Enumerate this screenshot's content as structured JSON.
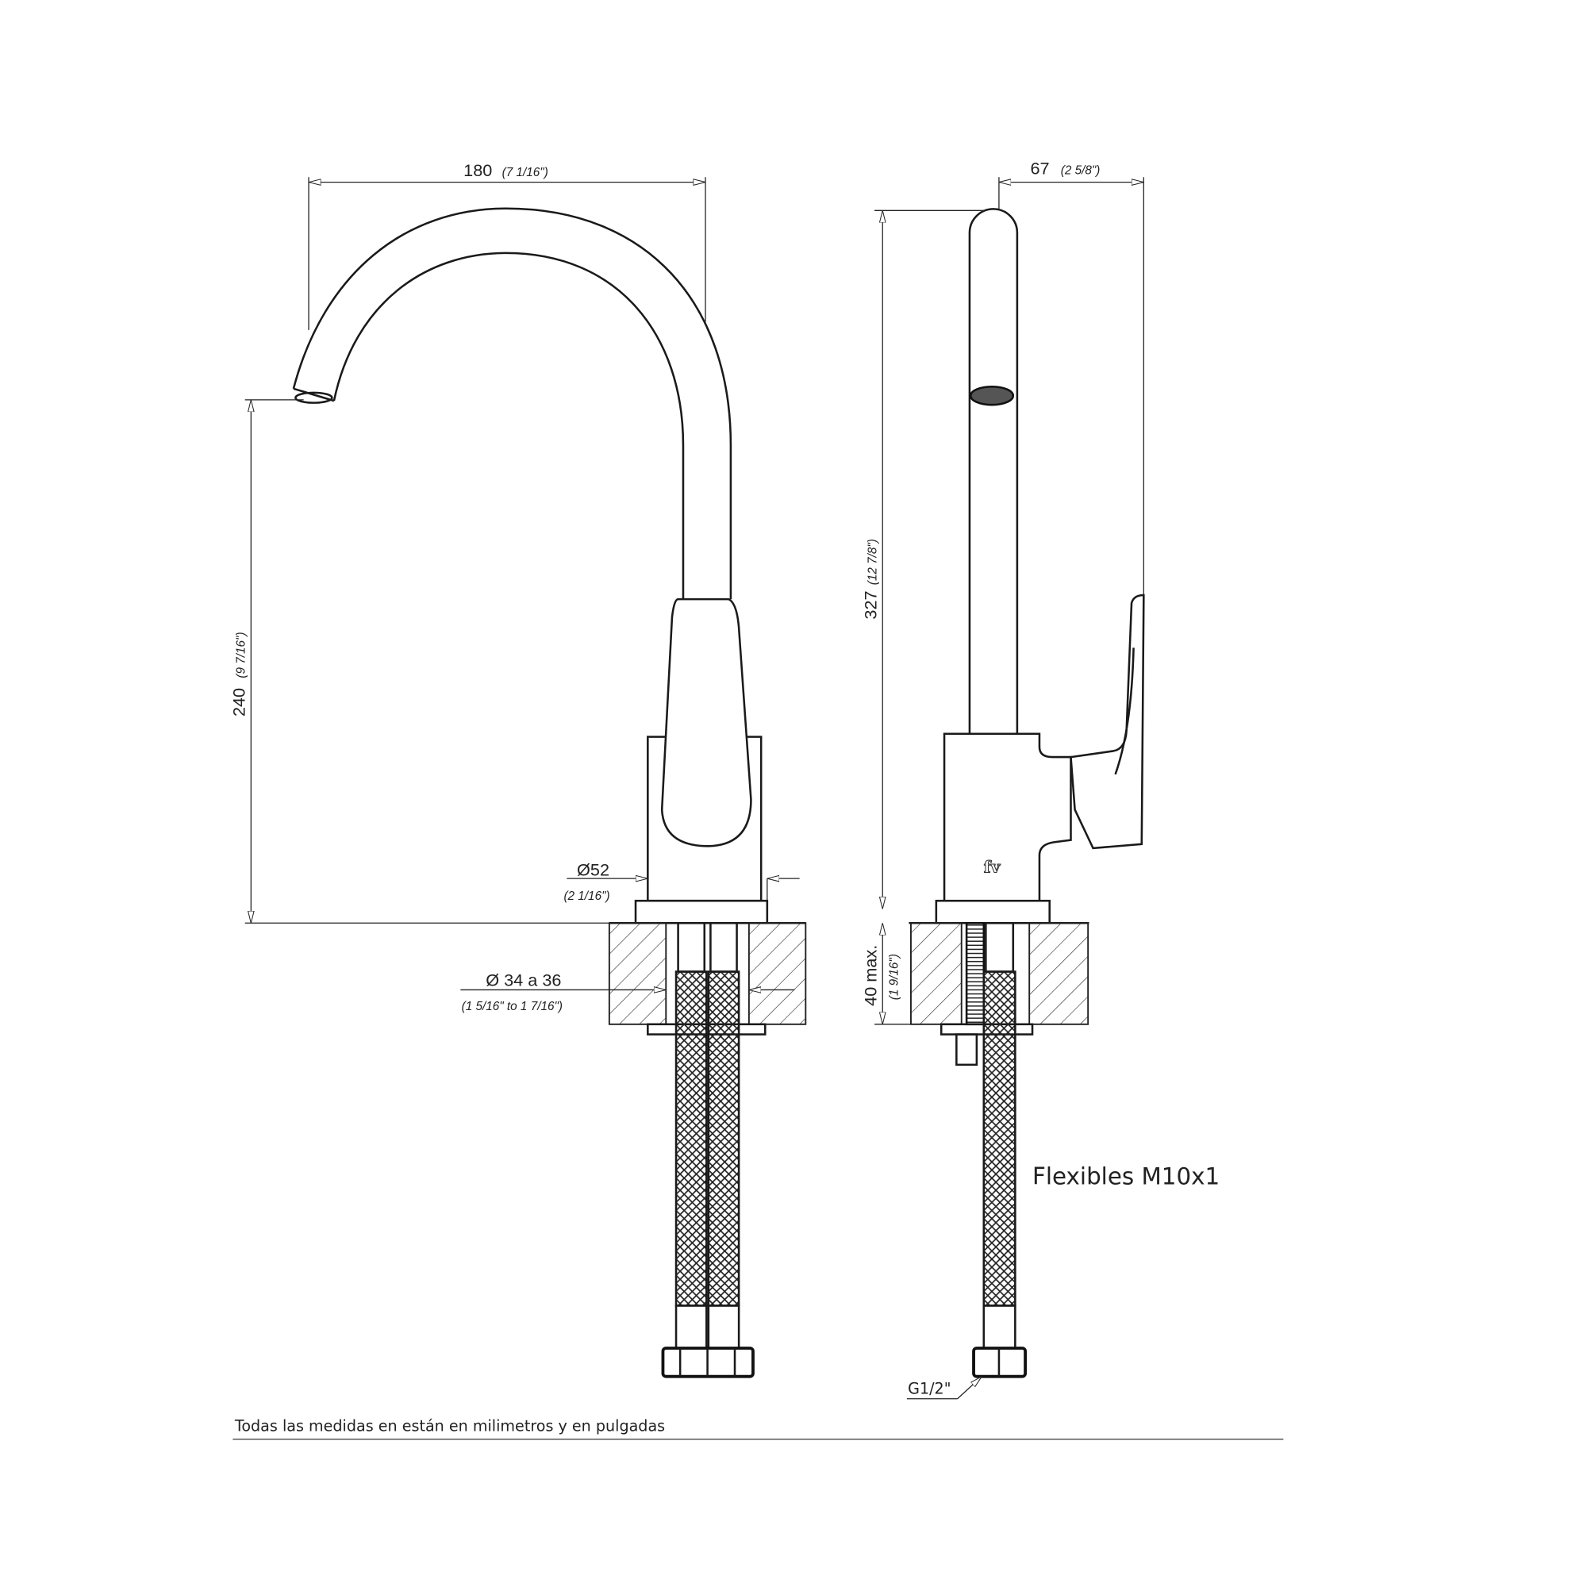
{
  "dimensions": {
    "width_mm": "180",
    "width_in": "(7 1/16\")",
    "depth_mm": "67",
    "depth_in": "(2 5/8\")",
    "spout_height_mm": "240",
    "spout_height_in": "(9 7/16\")",
    "total_height_mm": "327",
    "total_height_in": "(12 7/8\")",
    "counter_max_mm": "40 max.",
    "counter_max_in": "(1 9/16\")",
    "base_diameter_mm": "Ø52",
    "base_diameter_in": "(2 1/16\")",
    "hole_diameter_mm": "Ø 34 a 36",
    "hole_diameter_in": "(1 5/16\" to 1 7/16\")",
    "connection": "G1/2\""
  },
  "labels": {
    "flexibles": "Flexibles M10x1",
    "footnote": "Todas las medidas en están en milimetros y en pulgadas",
    "logo": "fv"
  },
  "colors": {
    "line": "#1a1a1a",
    "background": "#ffffff"
  }
}
